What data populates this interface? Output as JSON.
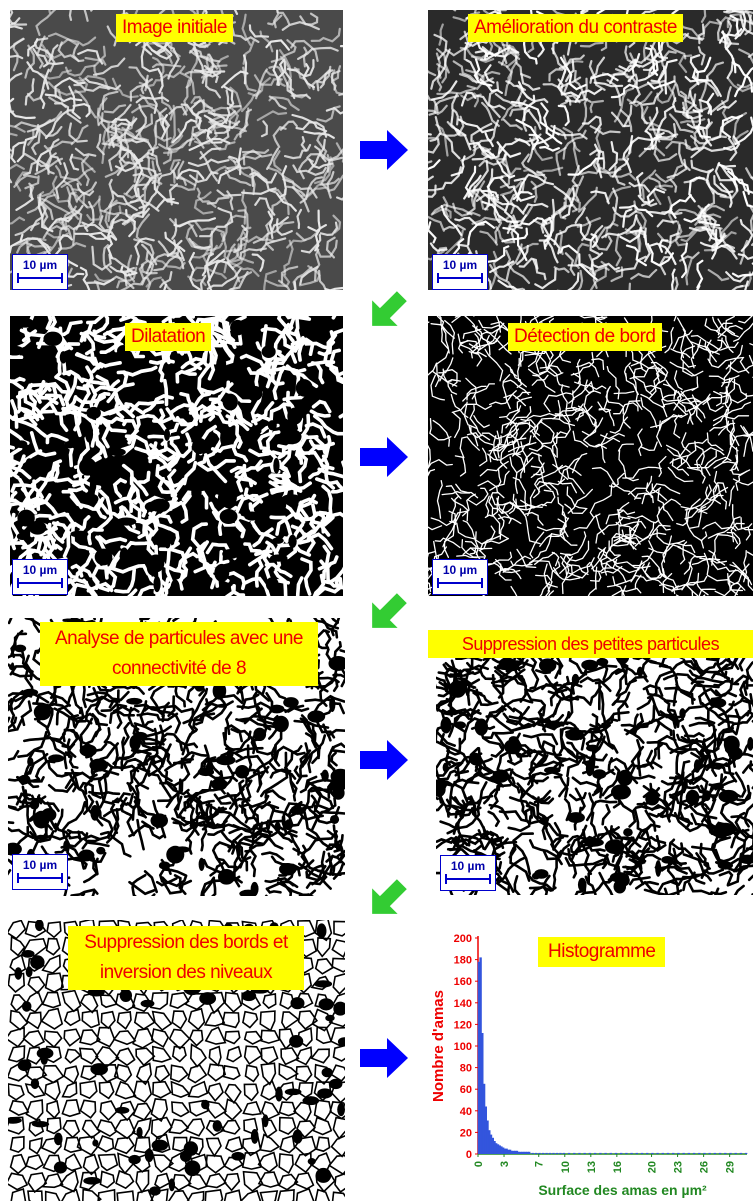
{
  "panels": [
    {
      "id": "p1",
      "label": "Image initiale",
      "scale": "10 µm",
      "style": "sem",
      "bg": "#4a4a4a",
      "fg": "#e8e8e8"
    },
    {
      "id": "p2",
      "label": "Amélioration du contraste",
      "scale": "10 µm",
      "style": "sem",
      "bg": "#2a2a2a",
      "fg": "#ffffff"
    },
    {
      "id": "p3",
      "label": "Dilatation",
      "scale": "10 µm",
      "style": "thick",
      "bg": "#000000",
      "fg": "#ffffff"
    },
    {
      "id": "p4",
      "label": "Détection de bord",
      "scale": "10 µm",
      "style": "edge",
      "bg": "#000000",
      "fg": "#ffffff"
    },
    {
      "id": "p5",
      "label": "Analyse de particules avec une connectivité de 8",
      "scale": "10 µm",
      "style": "mixed",
      "bg": "#ffffff",
      "fg": "#000000"
    },
    {
      "id": "p6",
      "label": "Suppression des petites particules",
      "scale": "10 µm",
      "style": "mixed",
      "bg": "#ffffff",
      "fg": "#000000"
    },
    {
      "id": "p7",
      "label": "Suppression des bords et inversion des niveaux",
      "style": "cells",
      "bg": "#ffffff",
      "fg": "#000000"
    }
  ],
  "histogram_title": "Histogramme",
  "colors": {
    "label_bg": "#ffff00",
    "label_text": "#ee0000",
    "arrow_right": "#0000ff",
    "arrow_diag": "#33cc33",
    "ylabel_color": "#ee0000",
    "xlabel_color": "#228822",
    "bar_color": "#3355dd"
  },
  "icons": {
    "right_arrow": "right-arrow-icon",
    "diag_arrow": "down-left-arrow-icon"
  },
  "chart_data": {
    "type": "bar",
    "title": "Histogramme",
    "xlabel": "Surface des amas en µm²",
    "ylabel": "Nombre d'amas",
    "ylim": [
      0,
      200
    ],
    "xlim": [
      0,
      31
    ],
    "y_ticks": [
      0,
      20,
      40,
      60,
      80,
      100,
      120,
      140,
      160,
      180,
      200
    ],
    "x_ticks": [
      0,
      3,
      7,
      10,
      13,
      16,
      20,
      23,
      26,
      29
    ],
    "x": [
      0.1,
      0.3,
      0.5,
      0.7,
      0.9,
      1.1,
      1.3,
      1.5,
      1.7,
      1.9,
      2.1,
      2.3,
      2.5,
      2.7,
      2.9,
      3.1,
      3.3,
      3.5,
      3.7,
      3.9,
      4.1,
      4.3,
      4.5,
      4.7,
      4.9,
      5.1,
      5.3,
      5.5,
      5.7,
      5.9,
      6.3,
      6.7,
      7.1,
      7.5,
      7.9,
      8.3,
      8.7,
      9.1,
      9.5,
      9.9,
      10.5,
      11.1,
      11.7,
      12.3,
      12.9,
      13.5,
      14.1,
      14.7,
      15.3,
      15.9,
      16.5,
      17.1,
      17.7,
      18.3,
      18.9,
      19.5,
      20.1,
      20.7,
      21.3,
      21.9,
      22.5,
      23.1,
      23.7,
      24.3,
      24.9,
      25.5,
      26.1,
      26.7,
      27.3,
      27.9,
      28.5,
      29.1,
      29.7,
      30.3,
      30.9
    ],
    "values": [
      178,
      182,
      112,
      65,
      44,
      31,
      22,
      18,
      15,
      12,
      10,
      9,
      8,
      7,
      6,
      5,
      5,
      4,
      4,
      3,
      3,
      3,
      3,
      2,
      2,
      2,
      2,
      2,
      2,
      2,
      1,
      1,
      1,
      1,
      1,
      1,
      1,
      1,
      1,
      1,
      1,
      1,
      1,
      1,
      1,
      1,
      1,
      1,
      1,
      1,
      1,
      1,
      1,
      1,
      1,
      1,
      1,
      1,
      1,
      1,
      1,
      1,
      1,
      1,
      1,
      1,
      1,
      1,
      1,
      1,
      1,
      1,
      1,
      1,
      1
    ]
  }
}
